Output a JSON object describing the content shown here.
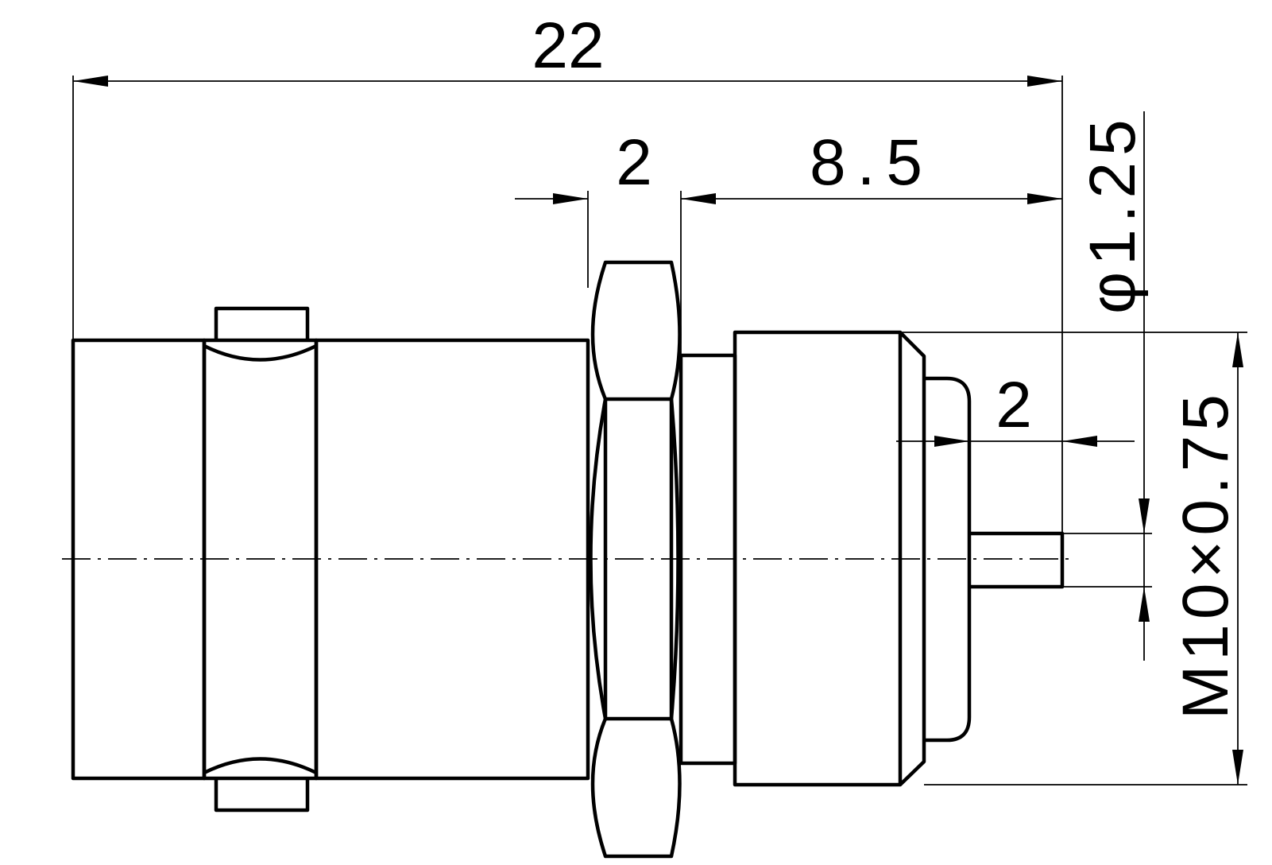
{
  "dimensions": {
    "overall_length": "22",
    "nut_thickness": "2",
    "thread_length": "8.5",
    "pin_length": "2",
    "pin_diameter": "φ1.25",
    "thread_spec": "M10×0.75"
  },
  "colors": {
    "line": "#000000",
    "background": "#ffffff"
  }
}
